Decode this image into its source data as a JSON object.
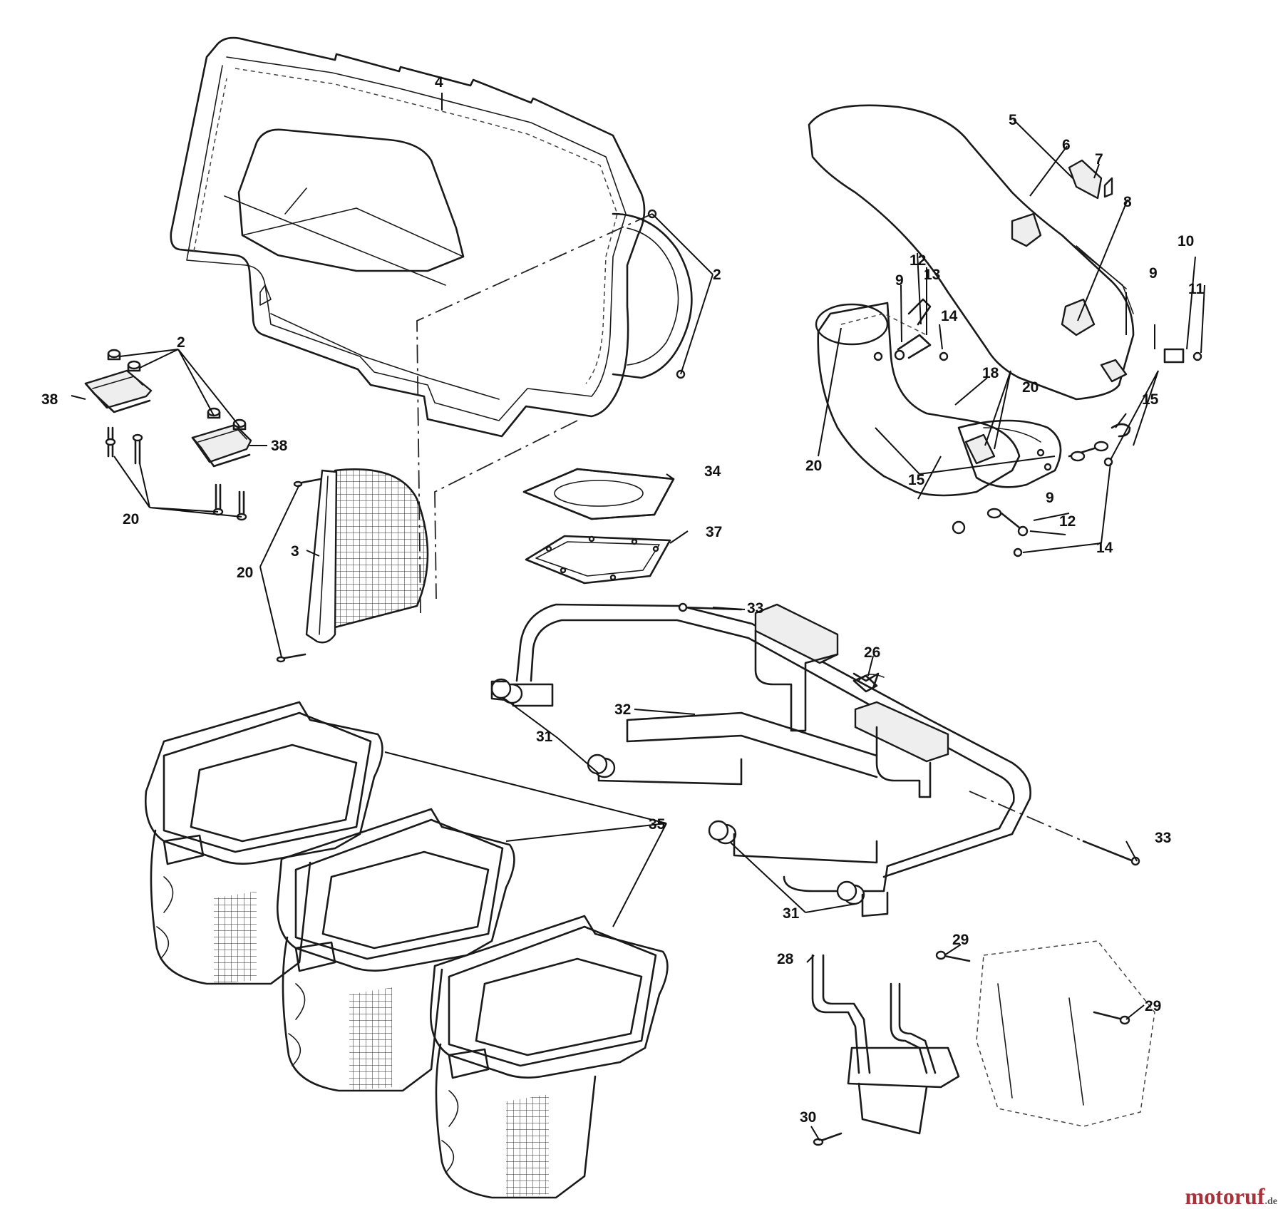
{
  "callouts": {
    "c2a": "2",
    "c2b": "2",
    "c3": "3",
    "c4": "4",
    "c5": "5",
    "c6": "6",
    "c7": "7",
    "c8": "8",
    "c9a": "9",
    "c9b": "9",
    "c9c": "9",
    "c10": "10",
    "c11": "11",
    "c12a": "12",
    "c12b": "12",
    "c13": "13",
    "c14a": "14",
    "c14b": "14",
    "c15a": "15",
    "c15b": "15",
    "c18": "18",
    "c20a": "20",
    "c20b": "20",
    "c20c": "20",
    "c20d": "20",
    "c26": "26",
    "c28": "28",
    "c29a": "29",
    "c29b": "29",
    "c30": "30",
    "c31a": "31",
    "c31b": "31",
    "c32": "32",
    "c33a": "33",
    "c33b": "33",
    "c34": "34",
    "c35": "35",
    "c37": "37",
    "c38a": "38",
    "c38b": "38"
  },
  "watermark": {
    "name": "motoruf",
    "tld": ".de"
  },
  "colors": {
    "line": "#1a1a1a",
    "background": "#ffffff",
    "watermark": "#a8323a"
  }
}
